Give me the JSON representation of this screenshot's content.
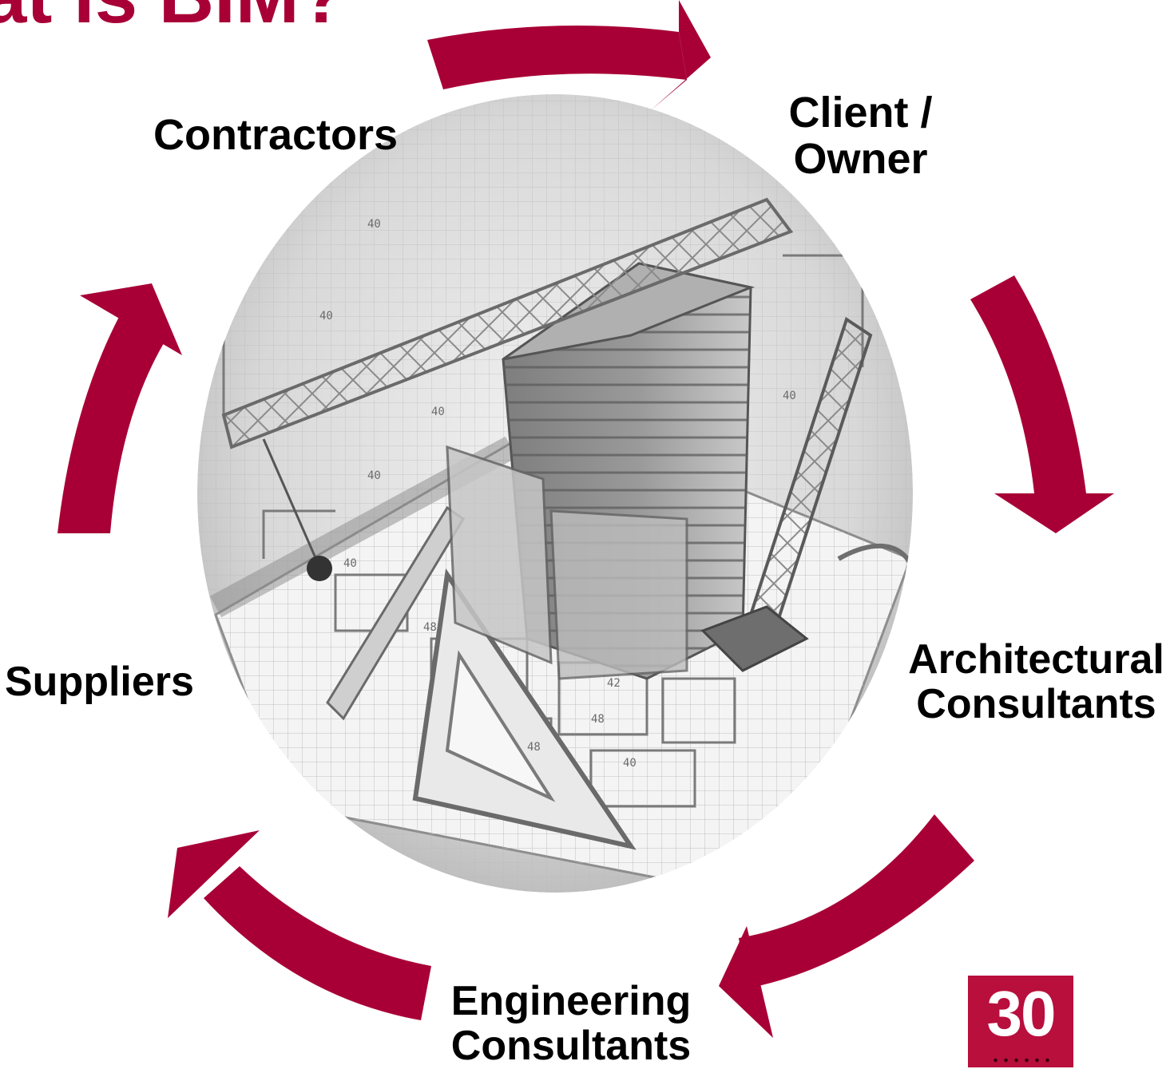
{
  "title": "at is BIM?",
  "cycle": {
    "arrow_color": "#a80036",
    "stakeholders": [
      {
        "id": "contractors",
        "label": "Contractors"
      },
      {
        "id": "client",
        "label": "Client /\nOwner"
      },
      {
        "id": "architectural",
        "label": "Architectural\nConsultants"
      },
      {
        "id": "engineering",
        "label": "Engineering\nConsultants"
      },
      {
        "id": "suppliers",
        "label": "Suppliers"
      }
    ]
  },
  "center_image": {
    "subject": "construction-blueprint-building-crane-illustration",
    "drawing_number_marks": [
      "40",
      "40",
      "40",
      "40",
      "48",
      "42",
      "48",
      "40",
      "48",
      "40",
      "40"
    ]
  },
  "page_badge": {
    "number": "30",
    "color": "#b80f3c"
  }
}
